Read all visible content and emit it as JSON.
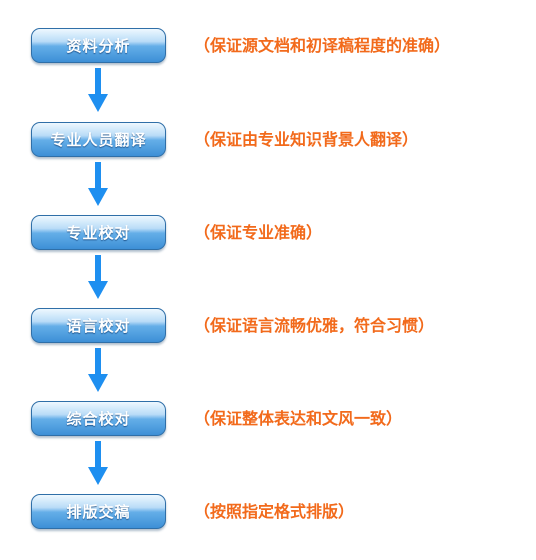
{
  "steps": [
    {
      "label": "资料分析",
      "desc": "（保证源文档和初译稿程度的准确）"
    },
    {
      "label": "专业人员翻译",
      "desc": "（保证由专业知识背景人翻译）"
    },
    {
      "label": "专业校对",
      "desc": "（保证专业准确）"
    },
    {
      "label": "语言校对",
      "desc": "（保证语言流畅优雅，符合习惯）"
    },
    {
      "label": "综合校对",
      "desc": "（保证整体表达和文风一致）"
    },
    {
      "label": "排版交稿",
      "desc": "（按照指定格式排版）"
    }
  ],
  "colors": {
    "box_top": "#eef8ff",
    "box_bottom": "#3d8fd6",
    "arrow": "#1e8ff0",
    "desc_text": "#f26a1b"
  },
  "icons": {
    "connector": "down-arrow-icon"
  }
}
